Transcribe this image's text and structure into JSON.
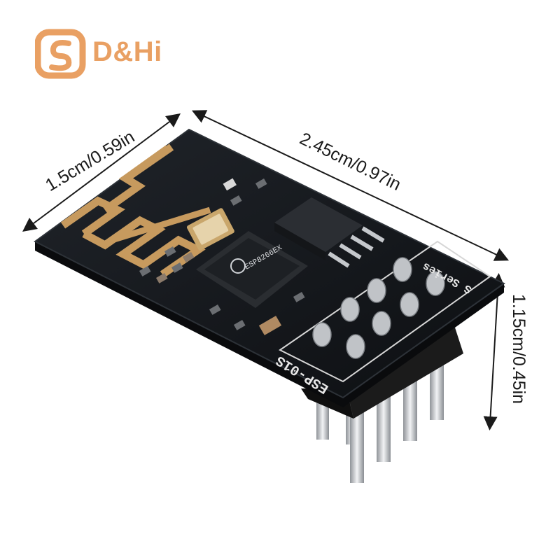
{
  "brand": {
    "logo_text": "D&Hi",
    "logo_color": "#e9a063"
  },
  "dimensions": {
    "width_label": "1.5cm/0.59in",
    "length_label": "2.45cm/0.97in",
    "height_label": "1.15cm/0.45in"
  },
  "board": {
    "model_label": "ESP-01S",
    "series_label": "S Series",
    "chip_label": "ESP8266EX",
    "pcb_color": "#16191d",
    "antenna_color": "#c79a5e"
  }
}
